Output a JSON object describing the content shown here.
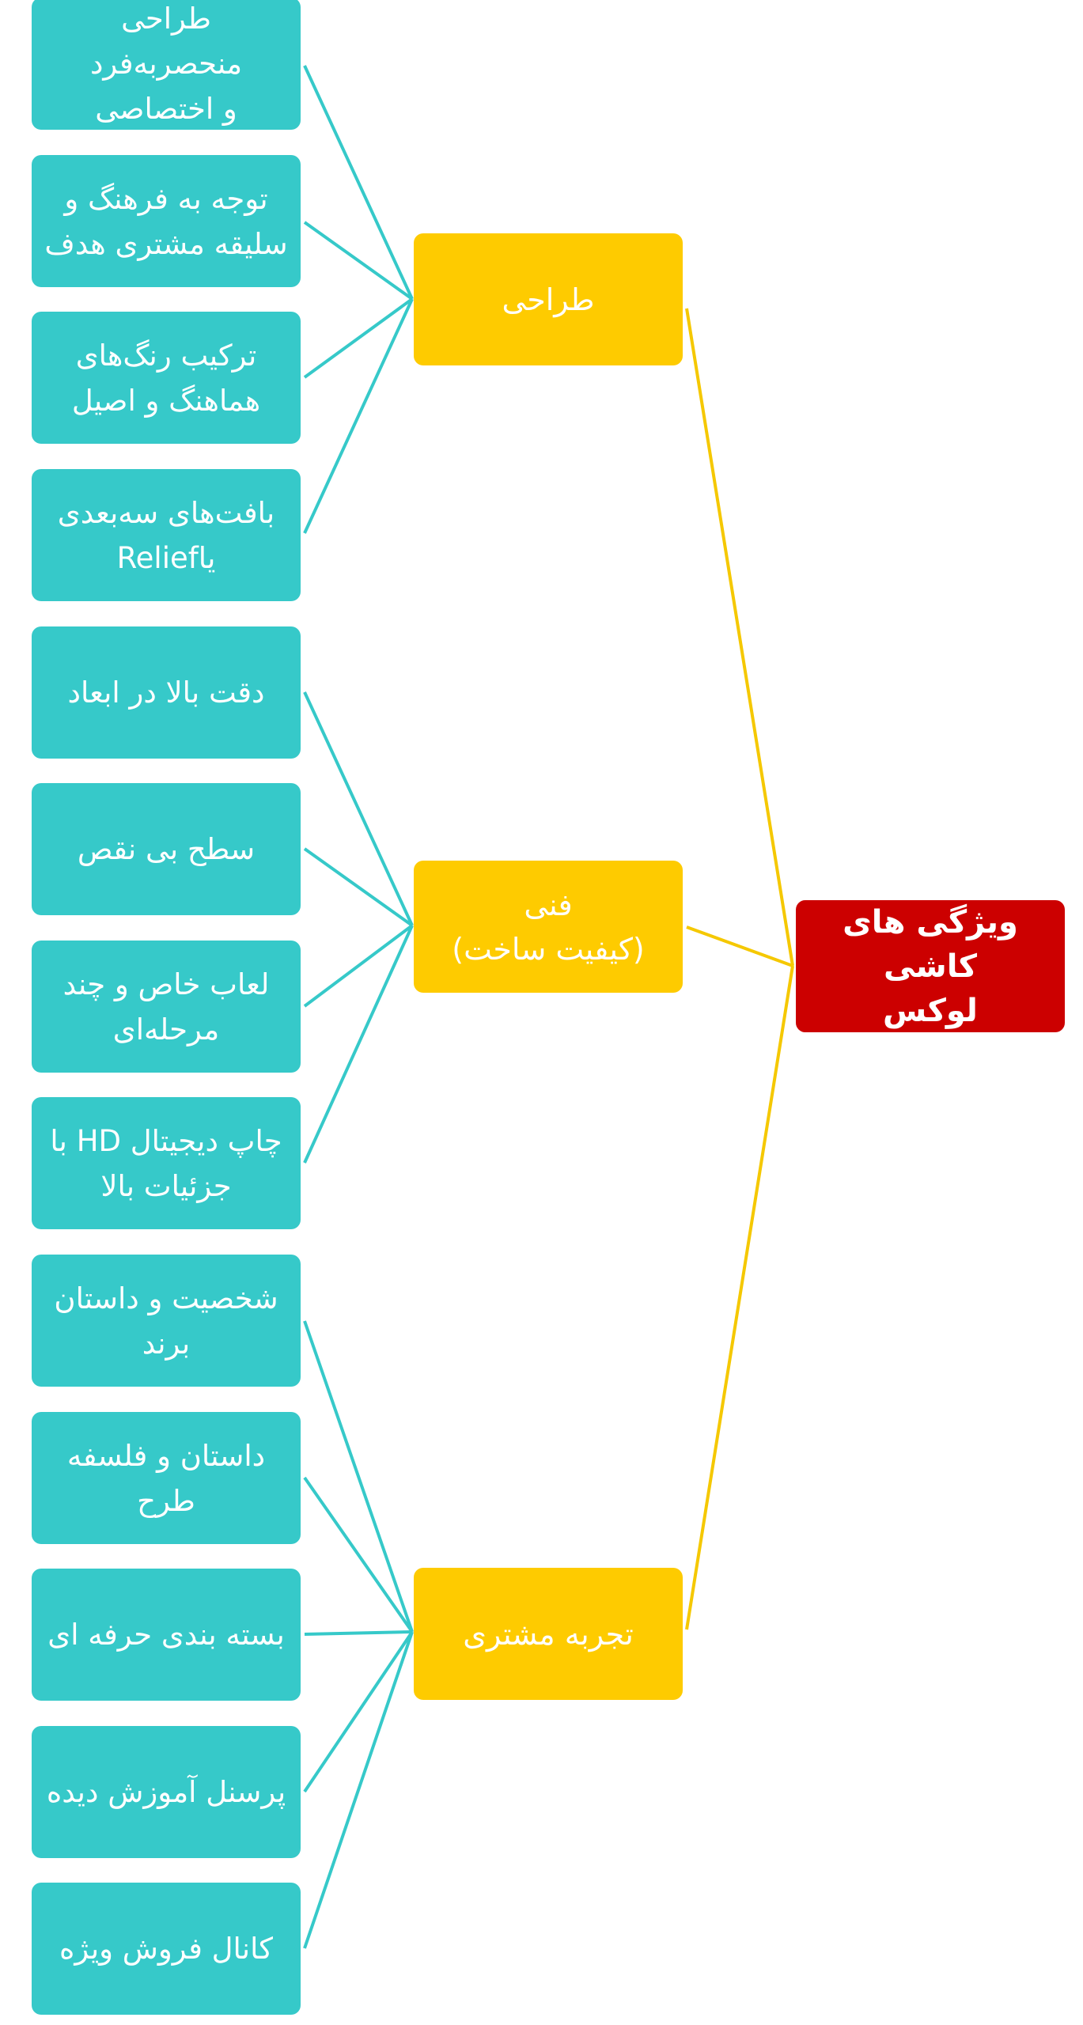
{
  "colors": {
    "root_bg": "#cc0000",
    "root_text": "#ffffff",
    "category_bg": "#fecb00",
    "category_text": "#ffffff",
    "leaf_bg": "#36c9c9",
    "leaf_text": "#ffffff",
    "category_line": "#f5c800",
    "leaf_line": "#36c9c9"
  },
  "root": {
    "label": "ویژگی های کاشی\nلوکس"
  },
  "categories": [
    {
      "label": "طراحی",
      "leaves": [
        "طراحی منحصربه‌فرد\nو اختصاصی",
        "توجه به فرهنگ و\nسلیقه مشتری هدف",
        "ترکیب رنگ‌های\nهماهنگ و اصیل",
        "بافت‌های سه‌بعدی\nیاRelief"
      ]
    },
    {
      "label": "فنی\n(کیفیت ساخت)",
      "leaves": [
        "دقت بالا در ابعاد",
        "سطح بی نقص",
        "لعاب خاص و چند\nمرحله‌ای",
        "چاپ دیجیتال HD با\nجزئیات بالا"
      ]
    },
    {
      "label": "تجربه مشتری",
      "leaves": [
        "شخصیت و داستان\nبرند",
        "داستان و فلسفه\nطرح",
        "بسته بندی حرفه ای",
        "پرسنل آموزش دیده",
        "کانال فروش ویژه"
      ]
    }
  ]
}
